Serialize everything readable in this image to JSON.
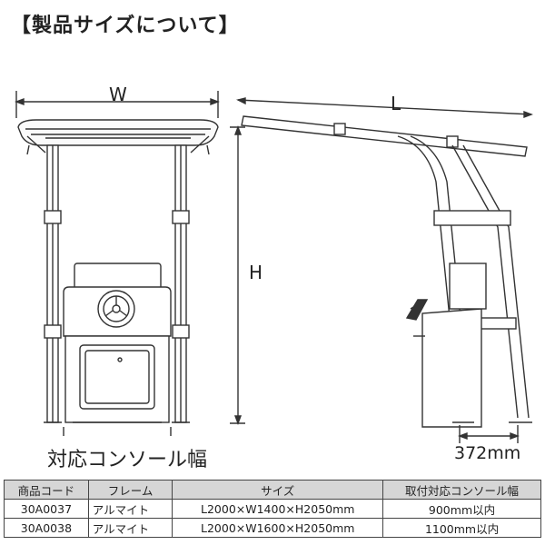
{
  "title": "【製品サイズについて】",
  "dimensions": {
    "w": "W",
    "l": "L",
    "h": "H",
    "depth": "372mm"
  },
  "caption": "対応コンソール幅",
  "table": {
    "headers": [
      "商品コード",
      "フレーム",
      "サイズ",
      "取付対応コンソール幅"
    ],
    "rows": [
      [
        "30A0037",
        "アルマイト",
        "L2000×W1400×H2050mm",
        "900mm以内"
      ],
      [
        "30A0038",
        "アルマイト",
        "L2000×W1600×H2050mm",
        "1100mm以内"
      ]
    ]
  }
}
